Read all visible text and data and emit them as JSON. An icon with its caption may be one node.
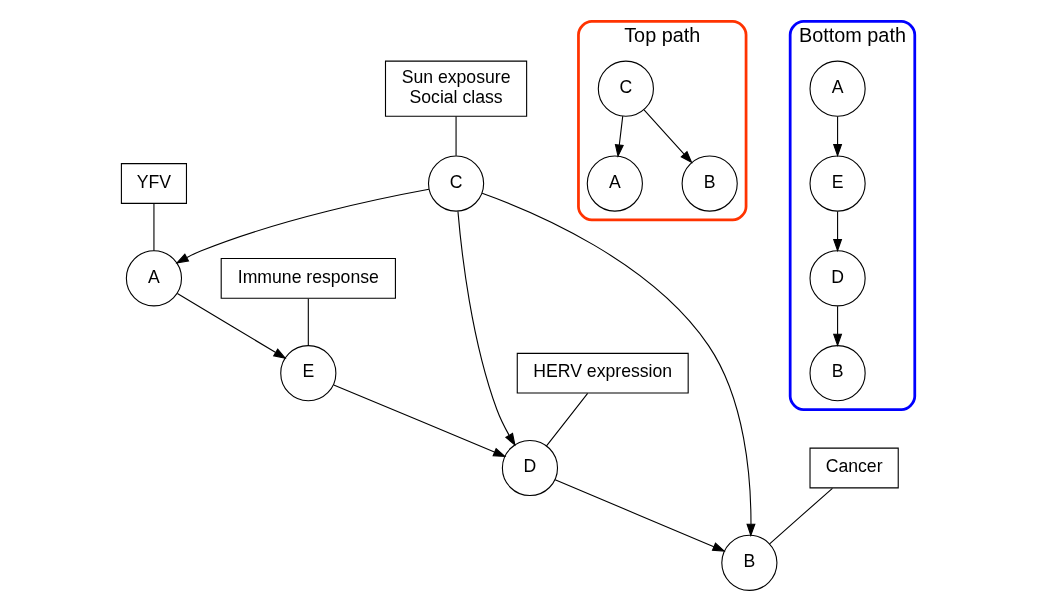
{
  "diagram": {
    "nodes": [
      {
        "text": [
          "YFV"
        ]
      },
      {
        "text": [
          "Sun exposure",
          "Social class"
        ]
      },
      {
        "text": [
          "C"
        ]
      },
      {
        "text": [
          "A"
        ]
      },
      {
        "text": [
          "D"
        ]
      },
      {
        "text": [
          "B"
        ]
      },
      {
        "text": [
          "Cancer"
        ]
      },
      {
        "text": [
          "E"
        ]
      },
      {
        "text": [
          "HERV expression"
        ]
      },
      {
        "text": [
          "Immune response"
        ]
      },
      {
        "text": [
          "Top path"
        ]
      },
      {
        "text": [
          "C"
        ],
        "in": 10
      },
      {
        "text": [
          "A"
        ],
        "in": 10
      },
      {
        "text": [
          "B"
        ],
        "in": 10
      },
      {
        "text": [
          "Bottom path"
        ]
      },
      {
        "text": [
          "A"
        ],
        "in": 14
      },
      {
        "text": [
          "D"
        ],
        "in": 14
      },
      {
        "text": [
          "B"
        ],
        "in": 14
      },
      {
        "text": [
          "E"
        ],
        "in": 14
      }
    ],
    "edges": [
      {
        "from": 0,
        "to": 3,
        "arrow": "none"
      },
      {
        "from": 1,
        "to": 2,
        "arrow": "none"
      },
      {
        "from": 6,
        "to": 5,
        "arrow": "none"
      },
      {
        "from": 8,
        "to": 4,
        "arrow": "none"
      },
      {
        "from": 9,
        "to": 7,
        "arrow": "none"
      },
      {
        "from": 2,
        "to": 3,
        "arrow": "to"
      },
      {
        "from": 2,
        "to": 4,
        "arrow": "to"
      },
      {
        "from": 2,
        "to": 5,
        "arrow": "to"
      },
      {
        "from": 4,
        "to": 5,
        "arrow": "to"
      },
      {
        "from": 3,
        "to": 7,
        "arrow": "to"
      },
      {
        "from": 7,
        "to": 4,
        "arrow": "to"
      },
      {
        "from": 11,
        "to": 12,
        "arrow": "to"
      },
      {
        "from": 11,
        "to": 13,
        "arrow": "to"
      },
      {
        "from": 16,
        "to": 17,
        "arrow": "to"
      },
      {
        "from": 15,
        "to": 18,
        "arrow": "to"
      },
      {
        "from": 18,
        "to": 16,
        "arrow": "to"
      }
    ]
  }
}
